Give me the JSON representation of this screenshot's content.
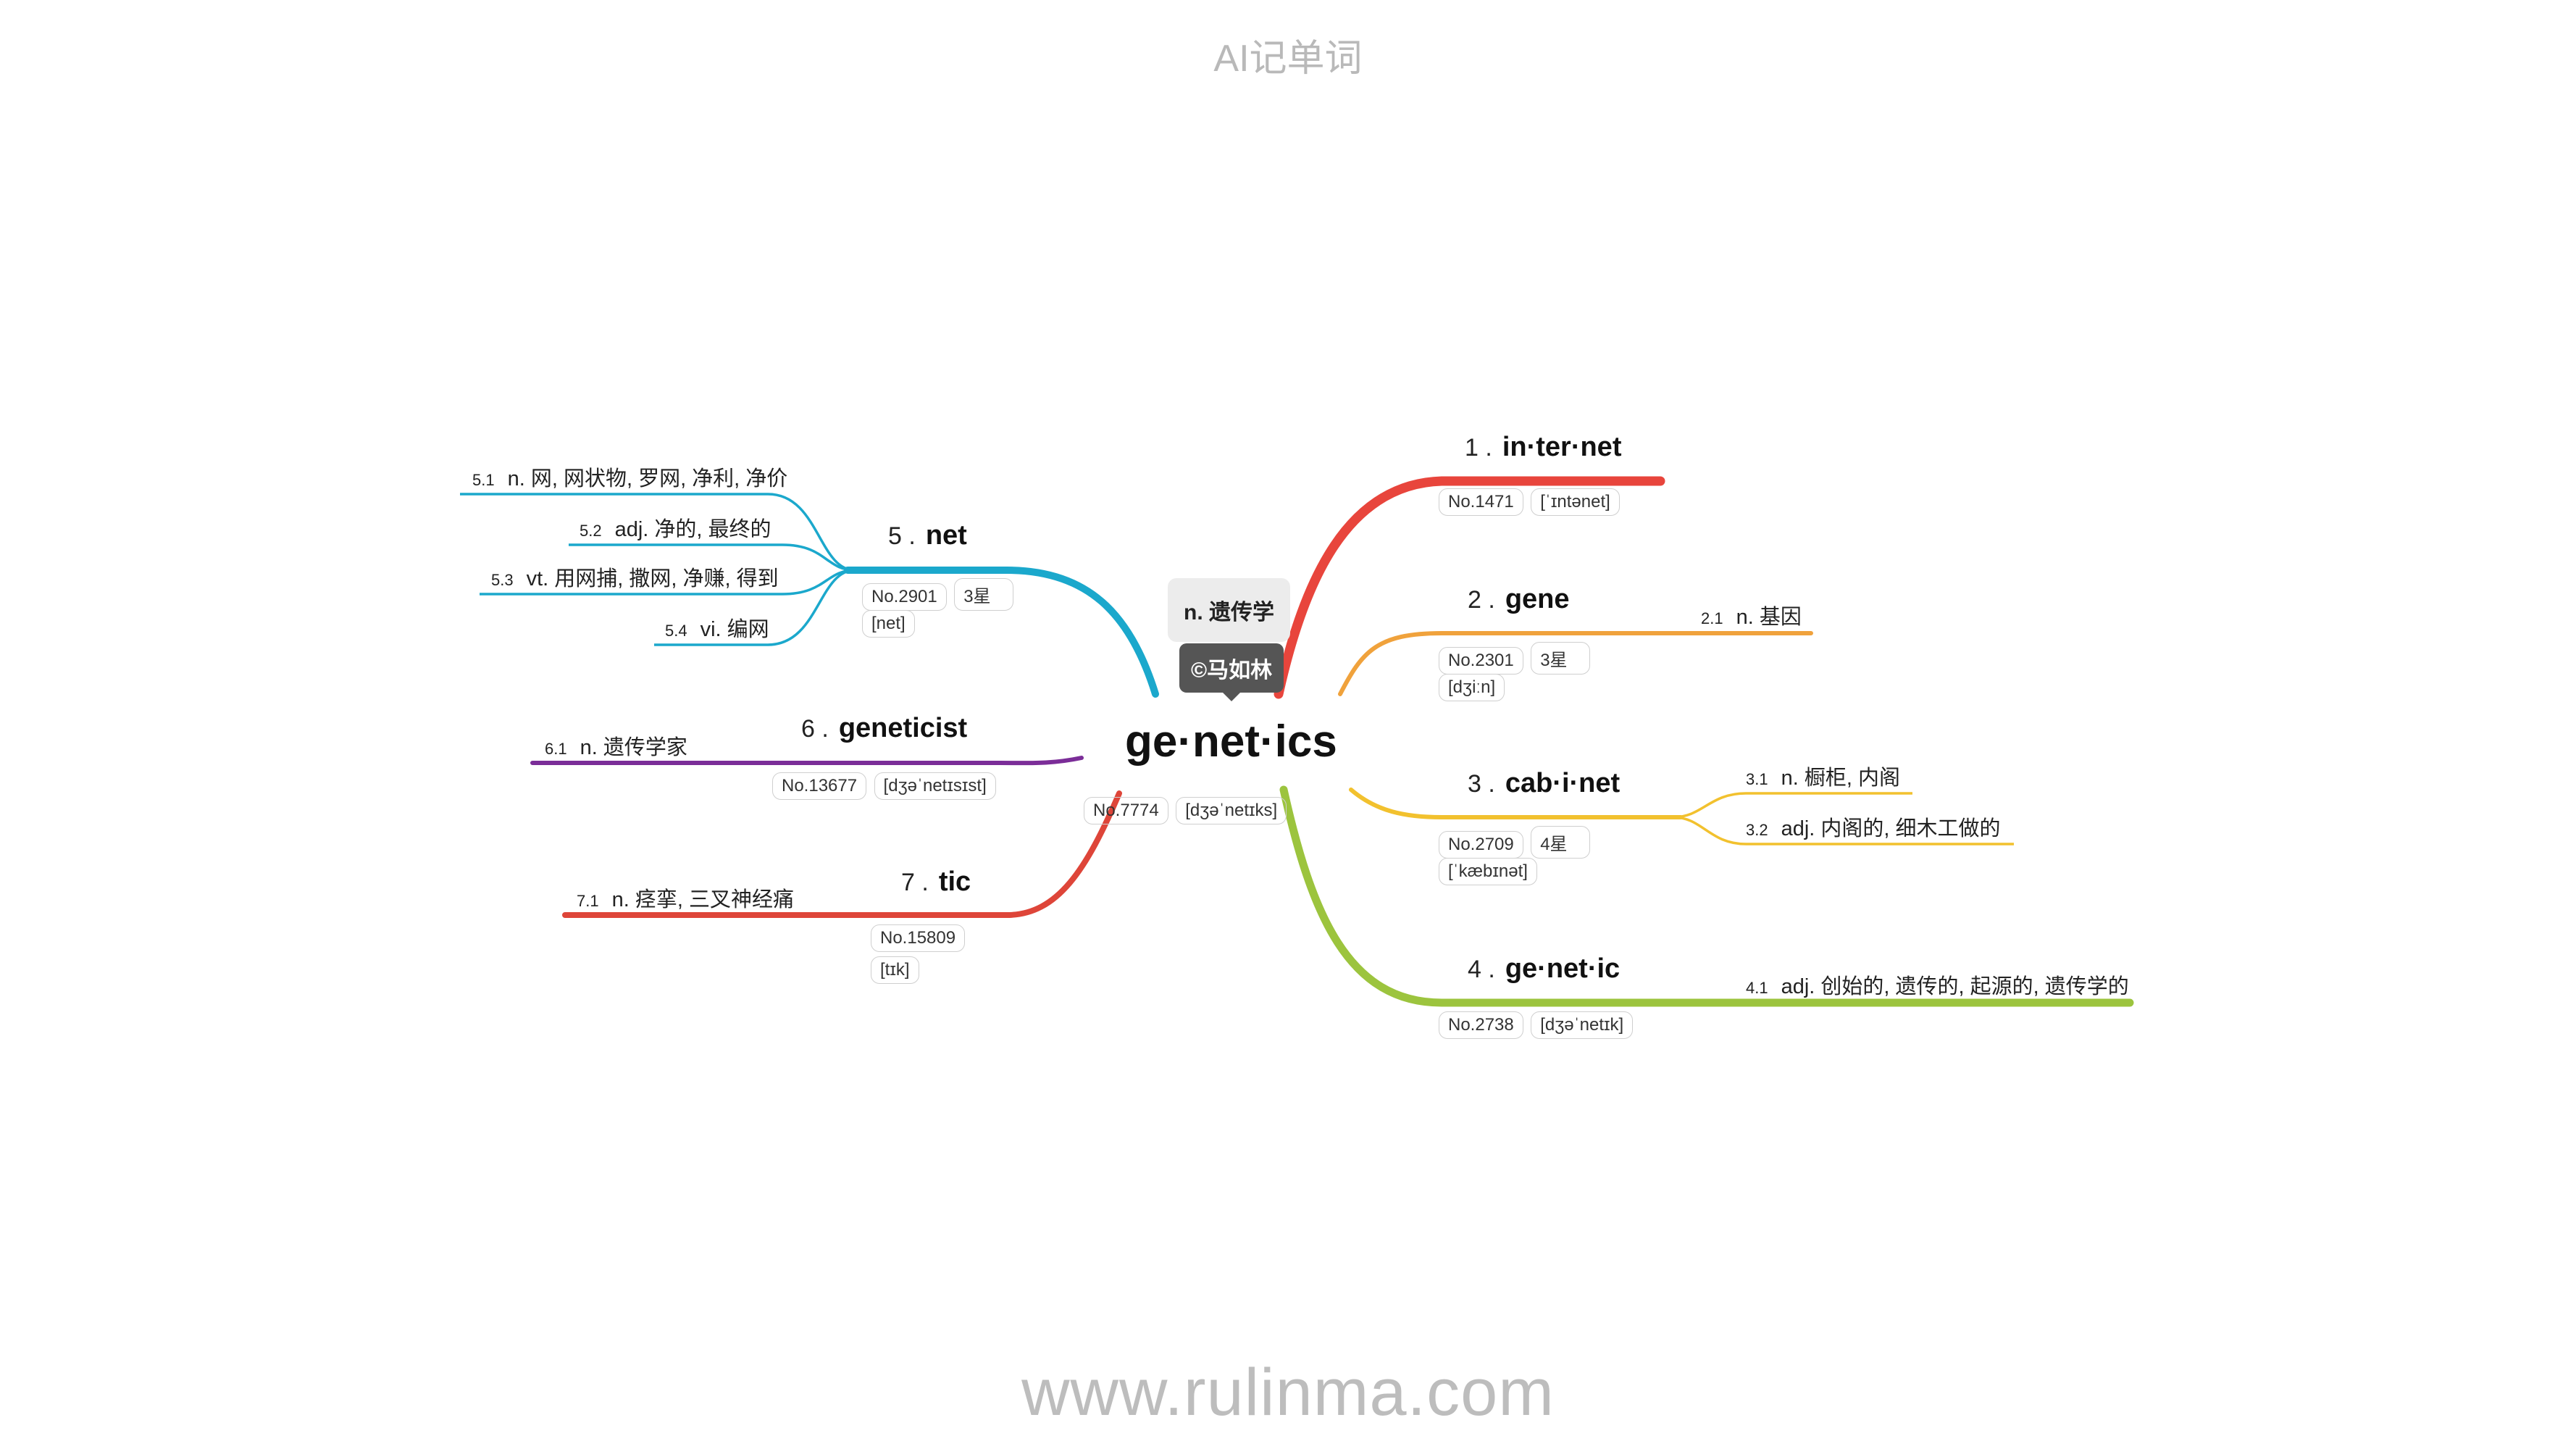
{
  "header": "AI记单词",
  "footer": "www.rulinma.com",
  "root": {
    "word": "ge·net·ics",
    "meaning": "n. 遗传学",
    "copyright": "©马如林",
    "no": "No.7774",
    "phonetic": "[dʒəˈnetɪks]"
  },
  "branches": [
    {
      "num": "1 .",
      "word": "in·ter·net",
      "color": "#e8453c",
      "tags": [
        "No.1471",
        "[ˈɪntənet]"
      ],
      "leaves": []
    },
    {
      "num": "2 .",
      "word": "gene",
      "color": "#f0a23c",
      "tags": [
        "No.2301",
        "3星",
        "[dʒiːn]"
      ],
      "leaves": [
        {
          "num": "2.1",
          "text": "n. 基因"
        }
      ]
    },
    {
      "num": "3 .",
      "word": "cab·i·net",
      "color": "#f2c12e",
      "tags": [
        "No.2709",
        "4星",
        "[ˈkæbɪnət]"
      ],
      "leaves": [
        {
          "num": "3.1",
          "text": "n. 橱柜, 内阁"
        },
        {
          "num": "3.2",
          "text": "adj. 内阁的, 细木工做的"
        }
      ]
    },
    {
      "num": "4 .",
      "word": "ge·net·ic",
      "color": "#9cc43e",
      "tags": [
        "No.2738",
        "[dʒəˈnetɪk]"
      ],
      "leaves": [
        {
          "num": "4.1",
          "text": "adj. 创始的, 遗传的, 起源的, 遗传学的"
        }
      ]
    },
    {
      "num": "5 .",
      "word": "net",
      "color": "#1ba8cc",
      "tags": [
        "No.2901",
        "3星",
        "[net]"
      ],
      "leaves": [
        {
          "num": "5.1",
          "text": "n. 网, 网状物, 罗网, 净利, 净价"
        },
        {
          "num": "5.2",
          "text": "adj. 净的, 最终的"
        },
        {
          "num": "5.3",
          "text": "vt. 用网捕, 撒网, 净赚, 得到"
        },
        {
          "num": "5.4",
          "text": "vi. 编网"
        }
      ]
    },
    {
      "num": "6 .",
      "word": "geneticist",
      "color": "#7b2d98",
      "tags": [
        "No.13677",
        "[dʒəˈnetɪsɪst]"
      ],
      "leaves": [
        {
          "num": "6.1",
          "text": "n. 遗传学家"
        }
      ]
    },
    {
      "num": "7 .",
      "word": "tic",
      "color": "#de4539",
      "tags": [
        "No.15809",
        "[tɪk]"
      ],
      "leaves": [
        {
          "num": "7.1",
          "text": "n. 痉挛, 三叉神经痛"
        }
      ]
    }
  ]
}
